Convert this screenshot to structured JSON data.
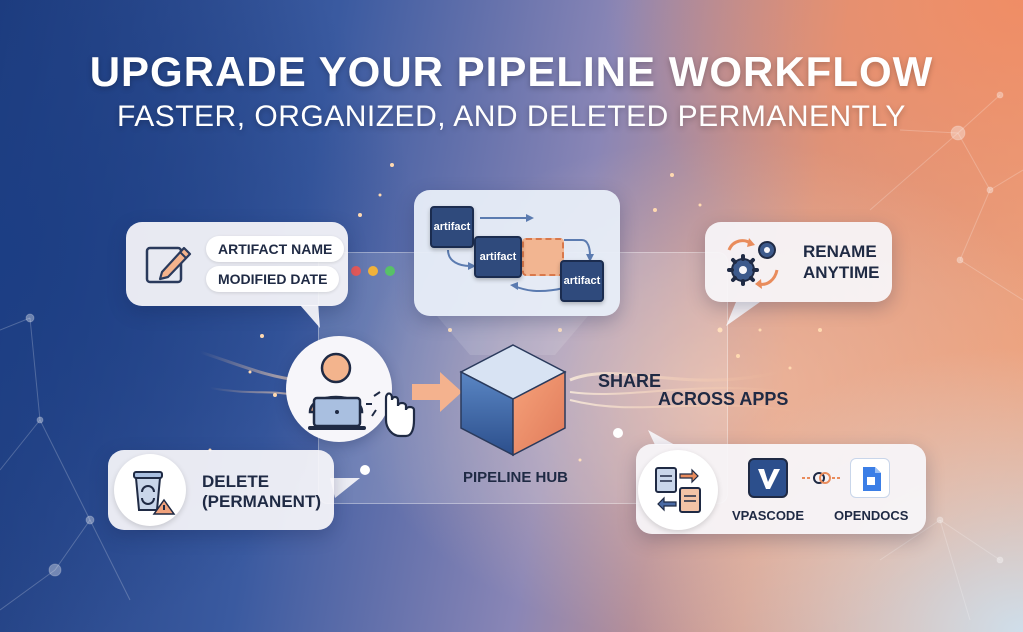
{
  "header": {
    "title": "UPGRADE YOUR PIPELINE WORKFLOW",
    "subtitle": "FASTER, ORGANIZED, AND DELETED PERMANENTLY"
  },
  "edit_card": {
    "field_1": "ARTIFACT NAME",
    "field_2": "MODIFIED DATE",
    "icon": "pencil-edit-icon"
  },
  "diagram": {
    "nodes": [
      "artifact",
      "artifact",
      "artifact"
    ]
  },
  "rename_card": {
    "line_1": "RENAME",
    "line_2": "ANYTIME",
    "icon": "gears-sync-icon"
  },
  "hub": {
    "label": "PIPELINE HUB",
    "icon": "cube-icon"
  },
  "share": {
    "line_1": "SHARE",
    "line_2": "ACROSS APPS"
  },
  "delete_card": {
    "line_1": "DELETE",
    "line_2": "(PERMANENT)",
    "icon": "trash-warning-icon"
  },
  "apps_card": {
    "app_1": "VPASCODE",
    "app_2": "OPENDOCS",
    "transfer_icon": "file-transfer-icon"
  },
  "colors": {
    "navy": "#1f2a44",
    "accent_orange": "#f0a27c",
    "node_blue": "#2f4a7c"
  }
}
